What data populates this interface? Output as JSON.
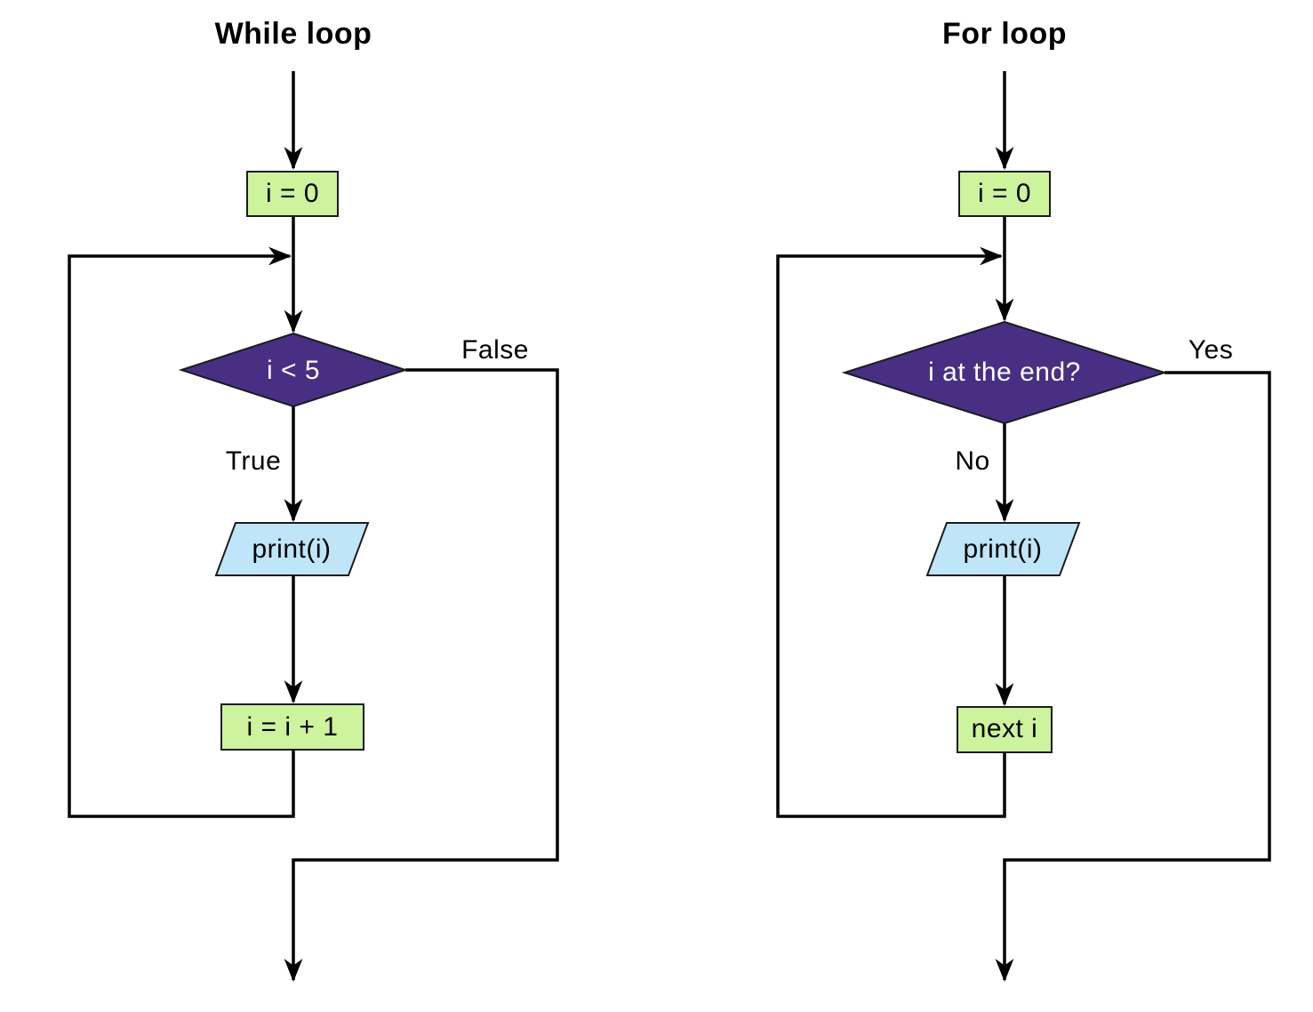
{
  "colors": {
    "process_fill": "#cdf39c",
    "io_fill": "#bfe5f8",
    "decision_fill": "#482f84",
    "decision_text": "#ffffff",
    "line": "#000000"
  },
  "diagrams": [
    {
      "title": "While loop",
      "nodes": {
        "init": "i = 0",
        "condition": "i < 5",
        "body": "print(i)",
        "increment": "i = i + 1"
      },
      "edge_labels": {
        "down": "True",
        "right": "False"
      }
    },
    {
      "title": "For loop",
      "nodes": {
        "init": "i = 0",
        "condition": "i at the end?",
        "body": "print(i)",
        "increment": "next i"
      },
      "edge_labels": {
        "down": "No",
        "right": "Yes"
      }
    }
  ]
}
